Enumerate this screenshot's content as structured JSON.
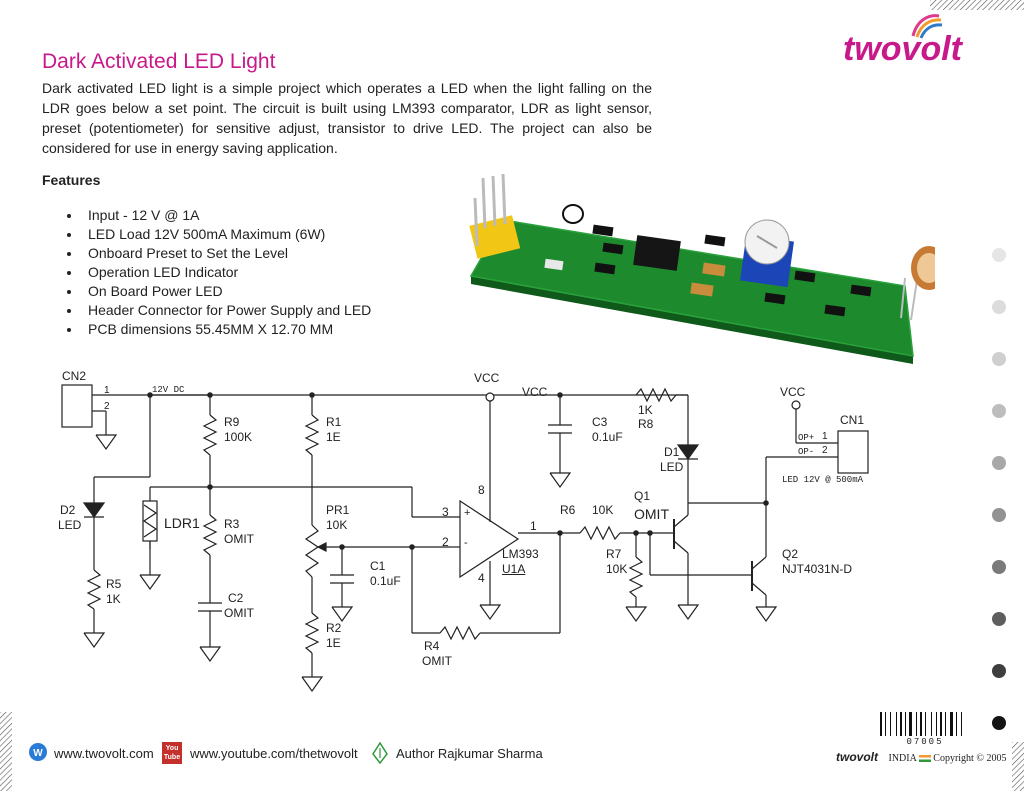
{
  "title": "Dark Activated LED Light",
  "intro": "Dark activated LED light is a simple project which operates a LED when the light falling on the LDR goes below a set point.  The circuit is built using LM393 comparator, LDR as light sensor, preset (potentiometer) for sensitive adjust, transistor to drive LED. The project can also be considered for use in energy saving application.",
  "features": {
    "heading": "Features",
    "items": [
      "Input - 12 V @ 1A",
      "LED Load 12V 500mA Maximum (6W)",
      "Onboard Preset to Set the Level",
      "Operation LED Indicator",
      "On Board Power LED",
      "Header Connector for Power Supply and LED",
      "PCB dimensions 55.45MM X 12.70 MM"
    ]
  },
  "logo": {
    "text": "twovolt",
    "color": "#c8198a"
  },
  "schematic": {
    "cn2": "CN2",
    "cn2_pin1": "1",
    "cn2_pin2": "2",
    "dc": "12V DC",
    "vcc1": "VCC",
    "vcc2": "VCC",
    "vcc3": "VCC",
    "r9": "R9",
    "r9_val": "100K",
    "r1": "R1",
    "r1_val": "1E",
    "r3": "R3",
    "r3_val": "OMIT",
    "c2": "C2",
    "c2_val": "OMIT",
    "d2": "D2",
    "d2_val": "LED",
    "ldr": "LDR1",
    "r5": "R5",
    "r5_val": "1K",
    "pr1": "PR1",
    "pr1_val": "10K",
    "c1": "C1",
    "c1_val": "0.1uF",
    "r2": "R2",
    "r2_val": "1E",
    "c3": "C3",
    "c3_val": "0.1uF",
    "r8": "R8",
    "r8_val": "1K",
    "d1": "D1",
    "d1_val": "LED",
    "pin3": "3",
    "pin2": "2",
    "pin8": "8",
    "pin4": "4",
    "pin1": "1",
    "plus": "+",
    "minus": "-",
    "ic": "LM393",
    "ic_ref": "U1A",
    "r6": "R6",
    "r6_val": "10K",
    "q1": "Q1",
    "q1_val": "OMIT",
    "r7": "R7",
    "r7_val": "10K",
    "r4": "R4",
    "r4_val": "OMIT",
    "q2": "Q2",
    "q2_val": "NJT4031N-D",
    "cn1": "CN1",
    "op_plus": "OP+",
    "op_minus": "OP-",
    "cn1_pin1": "1",
    "cn1_pin2": "2",
    "led_note": "LED 12V @ 500mA"
  },
  "footer": {
    "website": "www.twovolt.com",
    "youtube_icon_label": "You Tube",
    "youtube": "www.youtube.com/thetwovolt",
    "author": "Author Rajkumar Sharma"
  },
  "barcode_number": "07005",
  "copyright": {
    "brand": "twovolt",
    "text": "INDIA",
    "copy": "Copyright",
    "symbol": "©",
    "year": "2005"
  },
  "colors": {
    "accent": "#c8198a",
    "pcb_green": "#1d8a2e",
    "header_yellow": "#f2c615"
  },
  "side_dots": [
    "#e6e6e6",
    "#dcdcdc",
    "#cfcfcf",
    "#bdbdbd",
    "#a8a8a8",
    "#929292",
    "#7a7a7a",
    "#5e5e5e",
    "#3e3e3e",
    "#141414"
  ]
}
